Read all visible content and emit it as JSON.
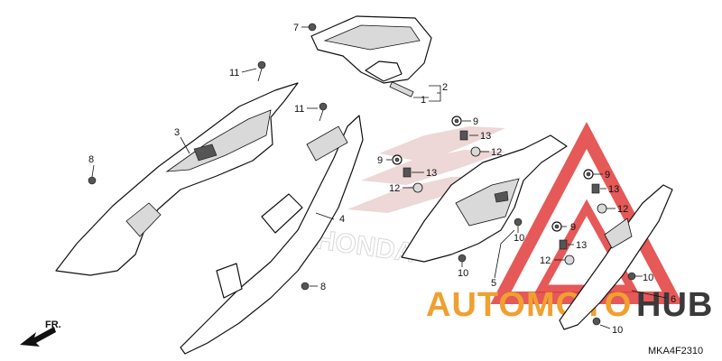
{
  "diagram": {
    "code": "MKA4F2310",
    "direction_label": "FR.",
    "brand_watermark": "HONDA",
    "colors": {
      "line": "#111111",
      "watermark_red": "#e03c3c",
      "watermark_orange": "#f0a030",
      "watermark_gray": "#3a3a3a",
      "honda_wing": "#d8a8a8"
    },
    "callouts": [
      {
        "id": "c1",
        "text": "1"
      },
      {
        "id": "c2",
        "text": "2"
      },
      {
        "id": "c3",
        "text": "3"
      },
      {
        "id": "c4",
        "text": "4"
      },
      {
        "id": "c5",
        "text": "5"
      },
      {
        "id": "c6",
        "text": "6"
      },
      {
        "id": "c7",
        "text": "7"
      },
      {
        "id": "c8a",
        "text": "8"
      },
      {
        "id": "c8b",
        "text": "8"
      },
      {
        "id": "c9a",
        "text": "9"
      },
      {
        "id": "c9b",
        "text": "9"
      },
      {
        "id": "c9c",
        "text": "9"
      },
      {
        "id": "c9d",
        "text": "9"
      },
      {
        "id": "c10a",
        "text": "10"
      },
      {
        "id": "c10b",
        "text": "10"
      },
      {
        "id": "c10c",
        "text": "10"
      },
      {
        "id": "c10d",
        "text": "10"
      },
      {
        "id": "c11a",
        "text": "11"
      },
      {
        "id": "c11b",
        "text": "11"
      },
      {
        "id": "c12a",
        "text": "12"
      },
      {
        "id": "c12b",
        "text": "12"
      },
      {
        "id": "c12c",
        "text": "12"
      },
      {
        "id": "c12d",
        "text": "12"
      },
      {
        "id": "c13a",
        "text": "13"
      },
      {
        "id": "c13b",
        "text": "13"
      },
      {
        "id": "c13c",
        "text": "13"
      },
      {
        "id": "c13d",
        "text": "13"
      }
    ]
  },
  "watermark": {
    "brand_part1": "AUTOMOTO",
    "brand_part2": "HUB"
  }
}
